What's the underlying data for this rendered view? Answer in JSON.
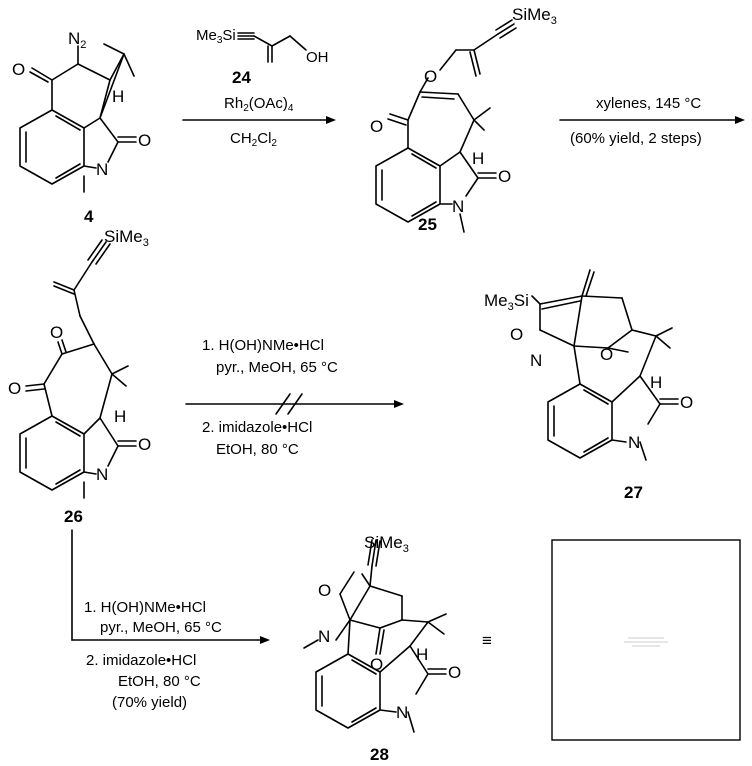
{
  "compounds": {
    "c4": "4",
    "c24": "24",
    "c25": "25",
    "c26": "26",
    "c27": "27",
    "c28": "28"
  },
  "atoms": {
    "n2": "N2",
    "o": "O",
    "n": "N",
    "h": "H",
    "sime3": "SiMe3",
    "me3si": "Me3Si",
    "oh": "OH"
  },
  "step1": {
    "reagent": "Rh2(OAc)4",
    "solvent": "CH2Cl2"
  },
  "step2": {
    "line1": "xylenes, 145 °C",
    "line2": "(60% yield, 2 steps)"
  },
  "step3": {
    "line1": "1. H(OH)NMe•HCl",
    "line2": "pyr., MeOH, 65 °C",
    "line3": "2. imidazole•HCl",
    "line4": "EtOH, 80 °C"
  },
  "step4": {
    "line1": "1. H(OH)NMe•HCl",
    "line2": "pyr., MeOH, 65 °C",
    "line3": "2. imidazole•HCl",
    "line4": "EtOH, 80 °C",
    "line5": "(70% yield)"
  },
  "equiv_symbol": "≡"
}
